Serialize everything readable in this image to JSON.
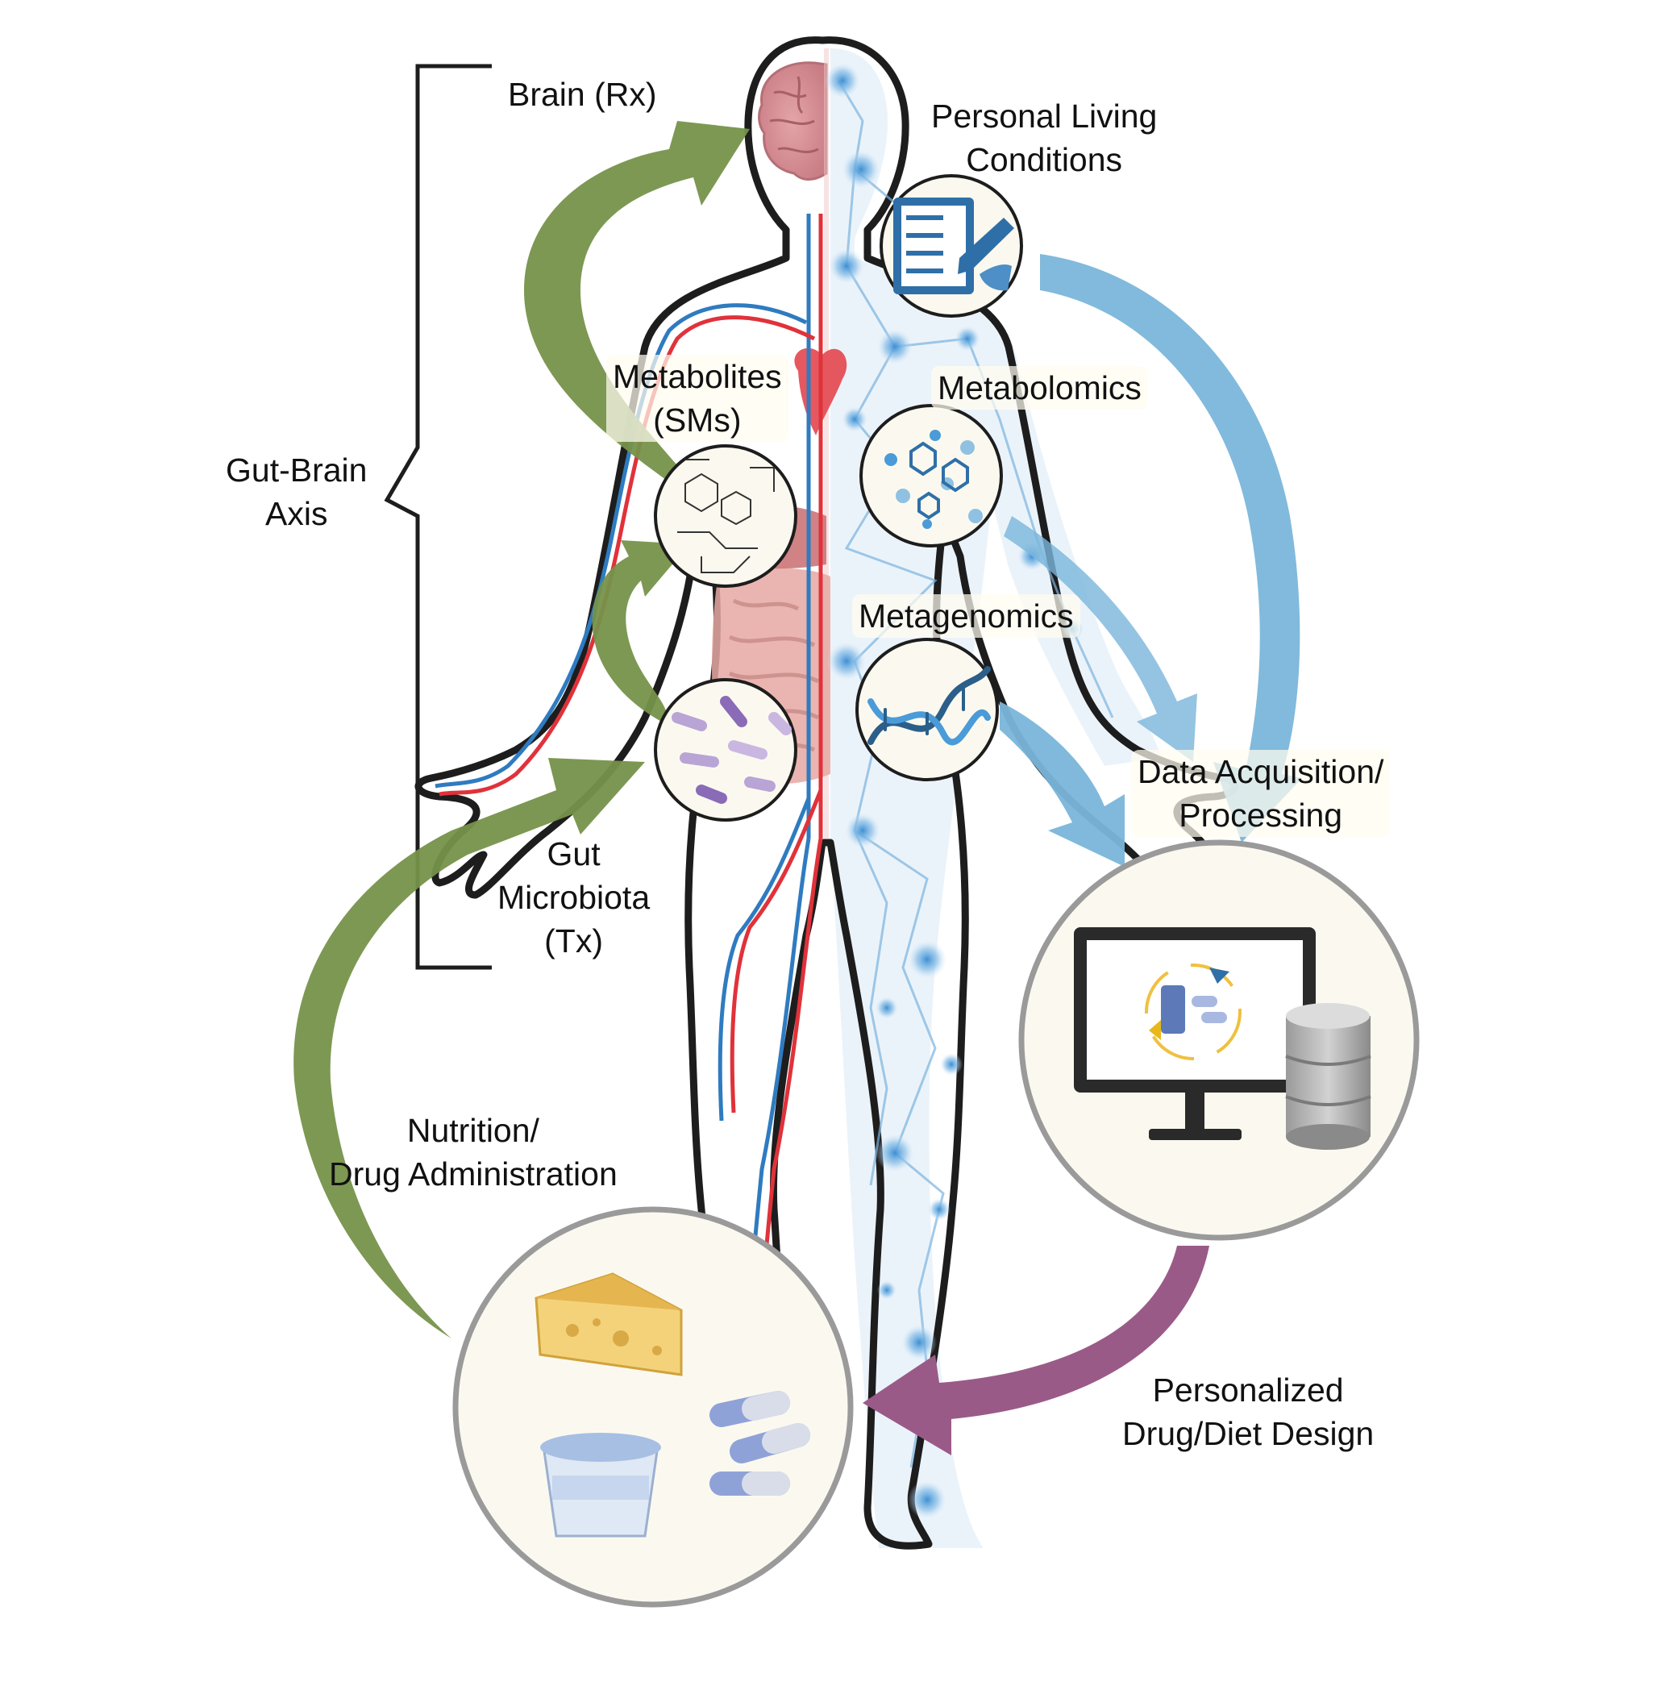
{
  "labels": {
    "brain": "Brain (Rx)",
    "gut_brain_axis": [
      "Gut-Brain",
      "Axis"
    ],
    "personal_living": [
      "Personal Living",
      "Conditions"
    ],
    "metabolites": [
      "Metabolites",
      "(SMs)"
    ],
    "metabolomics": "Metabolomics",
    "metagenomics": "Metagenomics",
    "data_acquisition": [
      "Data Acquisition/",
      "Processing"
    ],
    "gut_microbiota": [
      "Gut",
      "Microbiota",
      "(Tx)"
    ],
    "nutrition": [
      "Nutrition/",
      "Drug Administration"
    ],
    "personalized": [
      "Personalized",
      "Drug/Diet Design"
    ]
  },
  "colors": {
    "green_arrow": "#76924a",
    "blue_arrow": "#7ab6da",
    "purple_arrow": "#9a5a88",
    "artery": "#e0323a",
    "vein": "#2f7bc0",
    "node": "#4a9bd8",
    "panel_fill": "#fbf9ef",
    "panel_ring": "#9a9a9a"
  },
  "icons": [
    "brain-icon",
    "checklist-icon",
    "molecules-icon",
    "dna-icon",
    "bacteria-icon",
    "chemical-structure-icon",
    "monitor-icon",
    "database-icon",
    "cheese-icon",
    "yogurt-icon",
    "capsule-icon"
  ]
}
